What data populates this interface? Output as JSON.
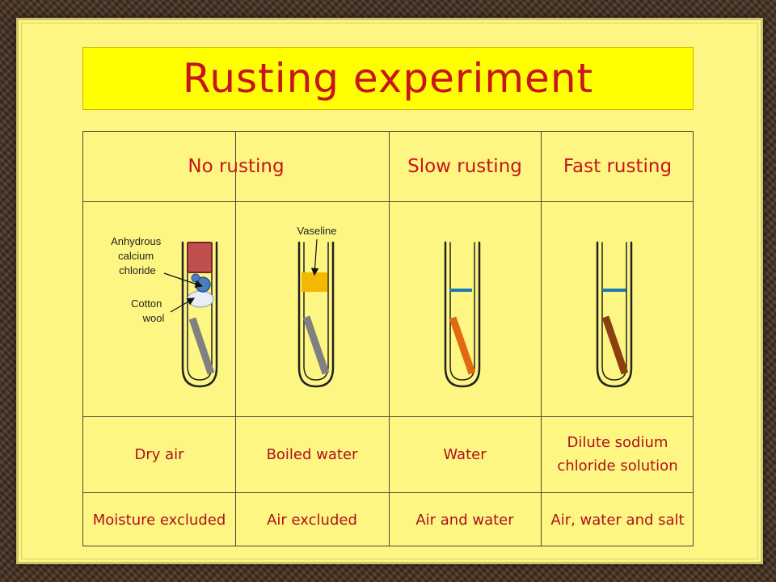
{
  "title": "Rusting experiment",
  "headers": [
    "No rusting",
    "Slow rusting",
    "Fast rusting"
  ],
  "labels": {
    "anhydrous": [
      "Anhydrous",
      "calcium",
      "chloride"
    ],
    "cotton": [
      "Cotton",
      "wool"
    ],
    "vaseline": "Vaseline"
  },
  "conditions": [
    "Dry air",
    "Boiled water",
    "Water",
    "Dilute sodium chloride solution"
  ],
  "factors": [
    "Moisture excluded",
    "Air excluded",
    "Air and water",
    "Air, water and salt"
  ],
  "colors": {
    "title": "#c8141e",
    "background": "#fdf683",
    "title_box": "#ffff00",
    "unrusted_nail": "#808080",
    "slow_rust_nail": "#e06a10",
    "fast_rust_nail": "#8b4010",
    "water_line": "#1e78b4",
    "vaseline": "#f5b800",
    "calcium_chloride": "#c0504d",
    "cotton_wool": "#4a7ec0"
  }
}
